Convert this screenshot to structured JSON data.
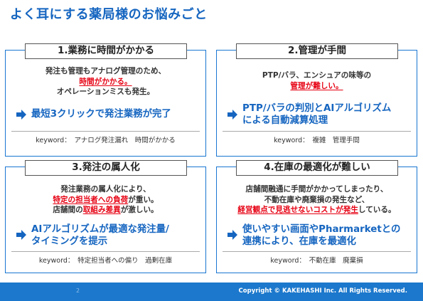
{
  "title": "よく耳にする薬局様のお悩みごと",
  "cards": [
    {
      "heading": "1.業務に時間がかかる",
      "line1": "発注も管理もアナログ管理のため、",
      "line2_red": "時間がかかる。",
      "line3": "オペレーションミスも発生。",
      "solution1": "最短3クリックで発注業務が完了",
      "keywords": "keyword：　アナログ発注漏れ　時間がかかる"
    },
    {
      "heading": "2.管理が手間",
      "line1": "PTP/バラ、エンシュアの味等の",
      "line2_red": "管理が難しい。",
      "solution1": "PTP/バラの判別とAIアルゴリズム",
      "solution2": "による自動減算処理",
      "keywords": "keyword：　複雑　管理手間"
    },
    {
      "heading": "3.発注の属人化",
      "line1": "発注業務の属人化により、",
      "line2_red": "特定の担当者への負荷",
      "line2_rest": "が重い。",
      "line3_pre": "店舗間の",
      "line3_red": "取組み差異",
      "line3_rest": "が激しい。",
      "solution1": "AIアルゴリズムが最適な発注量/",
      "solution2": "タイミングを提示",
      "keywords": "keyword：　特定担当者への偏り　過剰在庫"
    },
    {
      "heading": "4.在庫の最適化が難しい",
      "line1": "店舗間融通に手間がかかってしまったり、",
      "line2": "不動在庫や廃棄損の発生など、",
      "line3_red": "経営観点で見逃せないコストが発生",
      "line3_rest": "している。",
      "solution1": "使いやすい画面やPharmarketとの",
      "solution2": "連携により、在庫を最適化",
      "keywords": "keyword：　不動在庫　廃棄損"
    }
  ],
  "footer": {
    "page_number": "2",
    "copyright": "Copyright © KAKEHASHI Inc. All Rights Reserved."
  },
  "colors": {
    "accent": "#1565c0",
    "alert": "#e60012",
    "footer": "#1c78cc"
  },
  "icons": {
    "arrow": "right-arrow-icon"
  }
}
